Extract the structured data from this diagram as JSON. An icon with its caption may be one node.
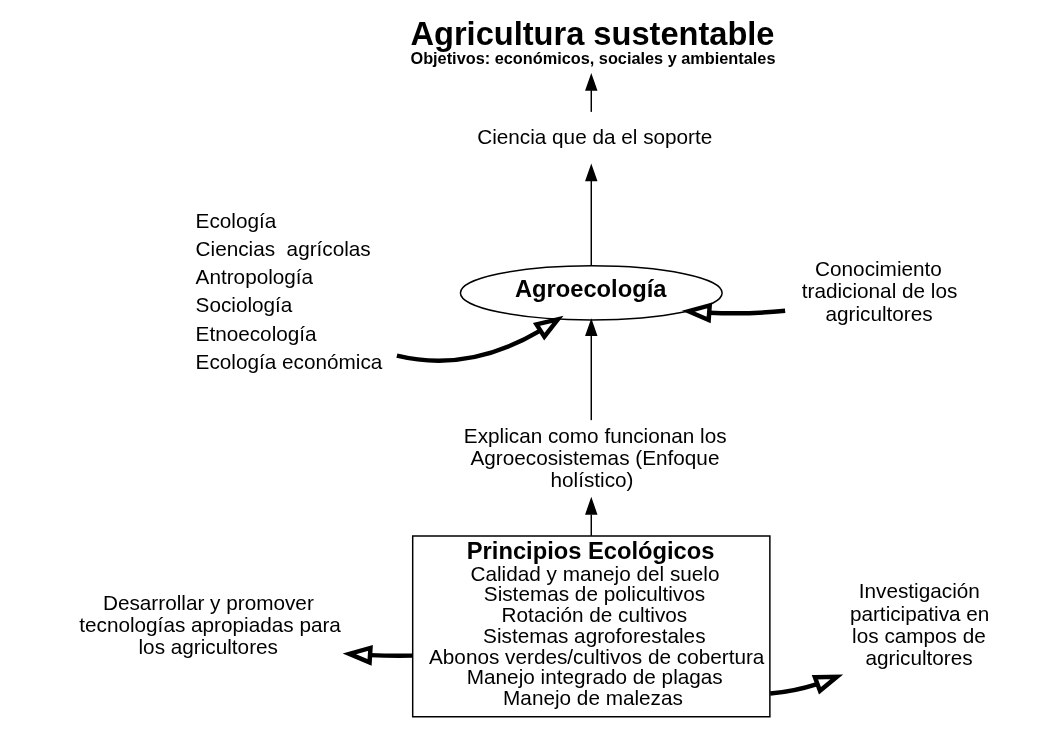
{
  "diagram": {
    "nodes": [
      {
        "text": [
          "Agricultura sustentable",
          "Objetivos: económicos, sociales y ambientales"
        ]
      },
      {
        "text": [
          "Ciencia que da el soporte"
        ]
      },
      {
        "text": [
          "Agroecología"
        ]
      },
      {
        "text": [
          "Ecología",
          "Ciencias  agrícolas",
          "Antropología",
          "Sociología",
          "Etnoecología",
          "Ecología económica"
        ]
      },
      {
        "text": [
          "Conocimiento tradicional de los agricultores"
        ]
      },
      {
        "text": [
          "Explican como funcionan los Agroecosistemas (Enfoque holístico)"
        ]
      },
      {
        "text": [
          "Principios Ecológicos",
          "Calidad y manejo del suelo",
          "Sistemas de policultivos",
          "Rotación de cultivos",
          "Sistemas agroforestales",
          "Abonos verdes/cultivos de cobertura",
          "Manejo integrado de plagas",
          "Manejo de malezas"
        ]
      },
      {
        "text": [
          "Desarrollar y promover tecnologías apropiadas para los agricultores"
        ]
      },
      {
        "text": [
          "Investigación participativa en los campos de agricultores"
        ]
      }
    ],
    "edges": [
      {
        "from": 1,
        "to": 0,
        "arrow": "to"
      },
      {
        "from": 2,
        "to": 1,
        "arrow": "to"
      },
      {
        "from": 3,
        "to": 2,
        "arrow": "to",
        "style": "thick"
      },
      {
        "from": 4,
        "to": 2,
        "arrow": "to",
        "style": "thick"
      },
      {
        "from": 5,
        "to": 2,
        "arrow": "to"
      },
      {
        "from": 6,
        "to": 5,
        "arrow": "to"
      },
      {
        "from": 6,
        "to": 7,
        "arrow": "to",
        "style": "thick"
      },
      {
        "from": 6,
        "to": 8,
        "arrow": "to",
        "style": "thick"
      }
    ]
  }
}
